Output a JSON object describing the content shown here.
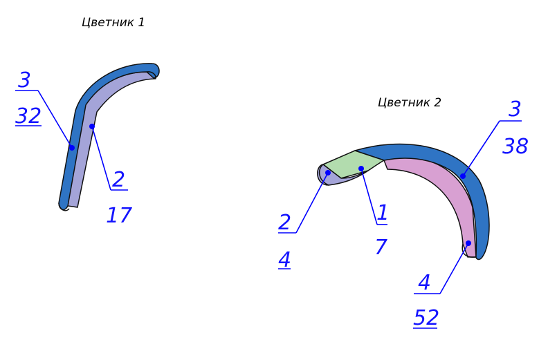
{
  "flowerbed_1": {
    "title": "Цветник 1",
    "callouts": [
      {
        "id": "c1a",
        "top": "3",
        "bottom": "32"
      },
      {
        "id": "c1b",
        "top": "2",
        "bottom": "17"
      }
    ]
  },
  "flowerbed_2": {
    "title": "Цветник 2",
    "callouts": [
      {
        "id": "c2a",
        "top": "3",
        "bottom": "38"
      },
      {
        "id": "c2b",
        "top": "2",
        "bottom": "4"
      },
      {
        "id": "c2c",
        "top": "1",
        "bottom": "7"
      },
      {
        "id": "c2d",
        "top": "4",
        "bottom": "52"
      }
    ]
  },
  "colors": {
    "outer_band": "#2f74c4",
    "inner_band_1": "#a4a4d8",
    "inner_band_2": "#d8a0d2",
    "end_zone_green": "#b2dcae",
    "end_zone_lavender": "#a4a4d8",
    "leader": "#0000ff",
    "outline": "#111111"
  }
}
